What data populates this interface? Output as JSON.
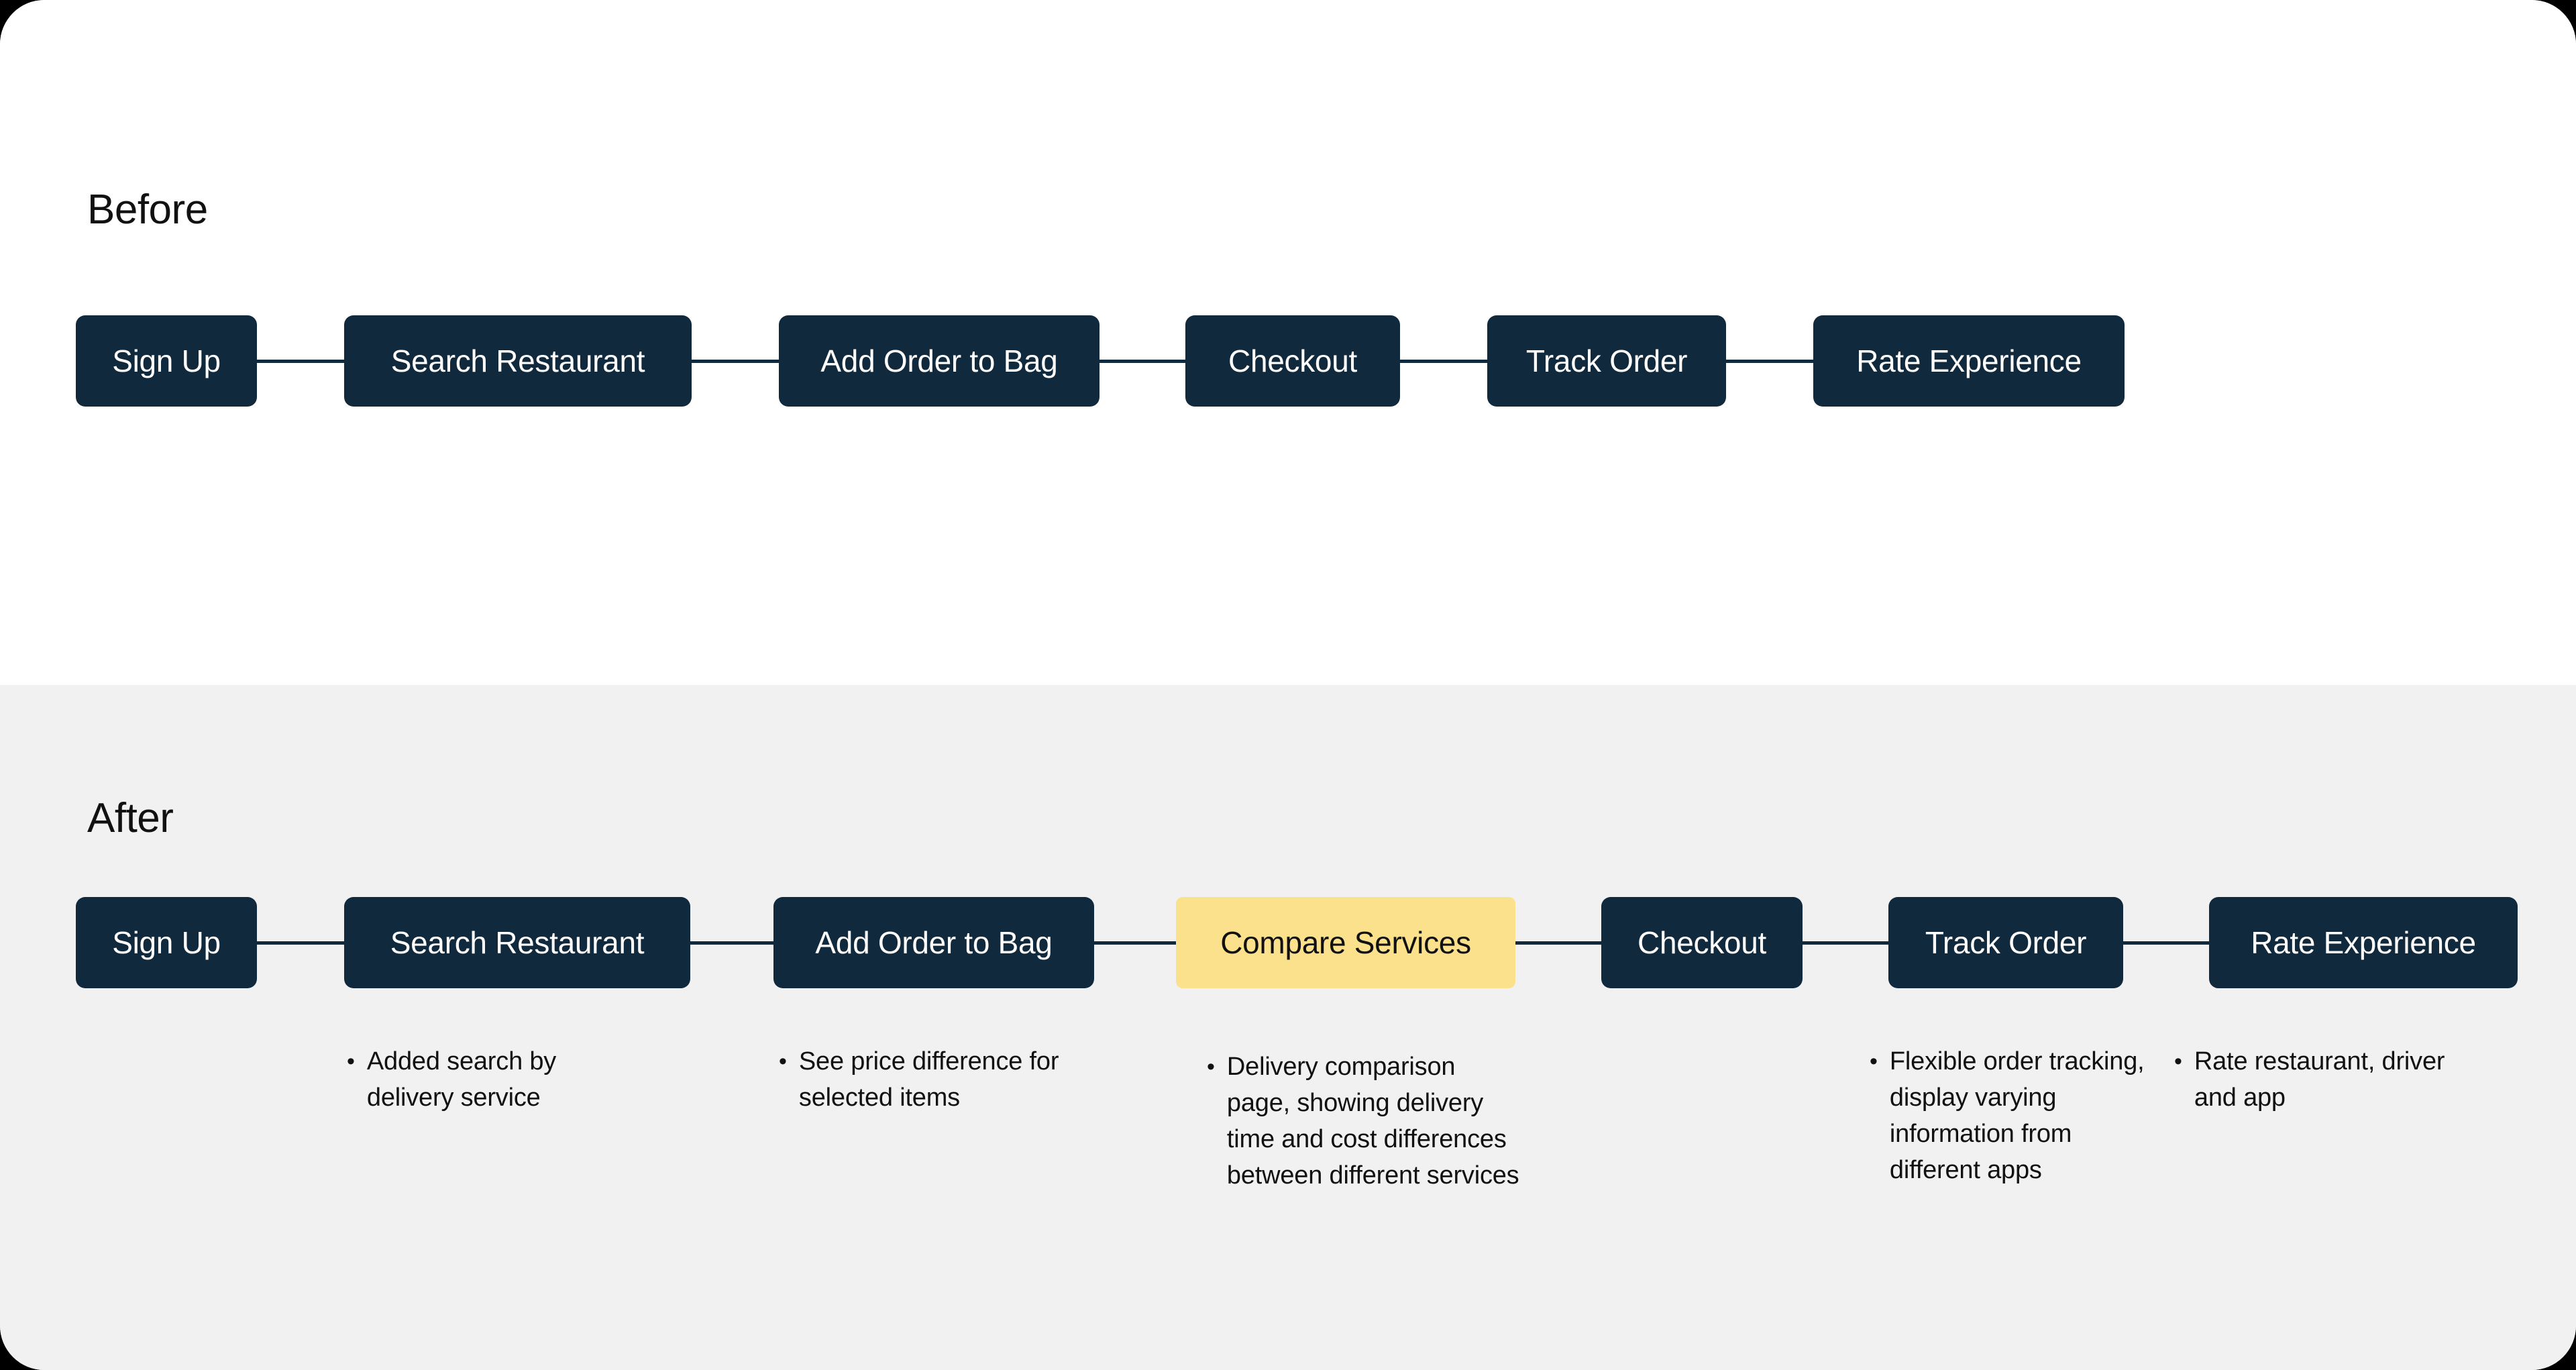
{
  "colors": {
    "node_bg": "#10293d",
    "node_text": "#ffffff",
    "highlight_bg": "#fce18c",
    "highlight_text": "#111111",
    "connector": "#10293d",
    "before_bg": "#ffffff",
    "after_bg": "#f1f1f1",
    "page_text": "#111111"
  },
  "sections": {
    "before": {
      "title": "Before",
      "nodes": [
        {
          "label": "Sign Up",
          "highlight": false
        },
        {
          "label": "Search Restaurant",
          "highlight": false
        },
        {
          "label": "Add Order to Bag",
          "highlight": false
        },
        {
          "label": "Checkout",
          "highlight": false
        },
        {
          "label": "Track Order",
          "highlight": false
        },
        {
          "label": "Rate Experience",
          "highlight": false
        }
      ]
    },
    "after": {
      "title": "After",
      "nodes": [
        {
          "label": "Sign Up",
          "highlight": false
        },
        {
          "label": "Search Restaurant",
          "highlight": false
        },
        {
          "label": "Add Order to Bag",
          "highlight": false
        },
        {
          "label": "Compare Services",
          "highlight": true
        },
        {
          "label": "Checkout",
          "highlight": false
        },
        {
          "label": "Track Order",
          "highlight": false
        },
        {
          "label": "Rate Experience",
          "highlight": false
        }
      ],
      "annotations": [
        {
          "for": "Search Restaurant",
          "bullet": "•",
          "text": "Added search by delivery service"
        },
        {
          "for": "Add Order to Bag",
          "bullet": "•",
          "text": "See price difference for selected items"
        },
        {
          "for": "Compare Services",
          "bullet": "•",
          "text": "Delivery comparison page, showing delivery time and cost differences between different services"
        },
        {
          "for": "Track Order",
          "bullet": "•",
          "text": "Flexible order tracking, display varying information from different apps"
        },
        {
          "for": "Rate Experience",
          "bullet": "•",
          "text": "Rate restaurant, driver and app"
        }
      ]
    }
  }
}
